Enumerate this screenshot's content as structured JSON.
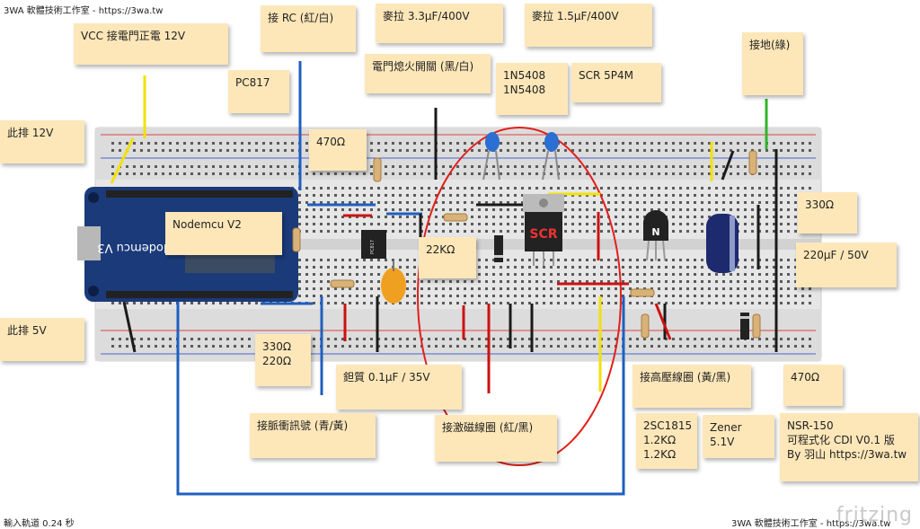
{
  "header": {
    "watermark_text": "3WA 軟體技術工作室 - https://3wa.tw"
  },
  "footer": {
    "version_text": "輸入軌道 0.24 秒",
    "watermark_text": "3WA 軟體技術工作室 - https://3wa.tw",
    "brand": "fritzing"
  },
  "colors": {
    "note_bg": "#fde7b9",
    "wire_blue": "#1f5fbf",
    "wire_yellow": "#f2e10a",
    "wire_green": "#2fb52a",
    "wire_black": "#1a1a1a",
    "wire_red": "#cc1111",
    "breadboard": "#e4e4e4",
    "mcu_blue": "#1b3a7a",
    "highlight_ellipse": "#e0201b"
  },
  "notes": {
    "vcc_12v": "VCC 接電門正電 12V",
    "rc_pin": "接 RC (紅/白)",
    "cap_33": "麥拉 3.3μF/400V",
    "cap_15": "麥拉 1.5μF/400V",
    "ground": "接地(綠)",
    "pc817": "PC817",
    "ignition_switch": "電門熄火開關 (黑/白)",
    "diodes": "1N5408\n1N5408",
    "scr": "SCR 5P4M",
    "rail_12v": "此排 12V",
    "r_470_top": "470Ω",
    "nodemcu": "Nodemcu V2",
    "r_22k": "22KΩ",
    "r_330": "330Ω",
    "cap_220": "220μF / 50V",
    "rail_5v": "此排 5V",
    "r_330_220": "330Ω\n220Ω",
    "tantalum": "鉭質 0.1μF / 35V",
    "r_470_bottom": "470Ω",
    "hv_coil": "接高壓線圈 (黃/黑)",
    "pulse_signal": "接脈衝訊號 (青/黃)",
    "exciter_coil": "接激磁線圈 (紅/黑)",
    "transistor": "2SC1815\n1.2KΩ\n1.2KΩ",
    "zener": "Zener 5.1V",
    "project": "NSR-150\n可程式化 CDI V0.1 版\nBy 羽山 https://3wa.tw"
  },
  "components": {
    "mcu_text": "Nodemcu V3",
    "scr_text": "SCR",
    "transistor_text": "N",
    "pc817_text": "PC817"
  }
}
